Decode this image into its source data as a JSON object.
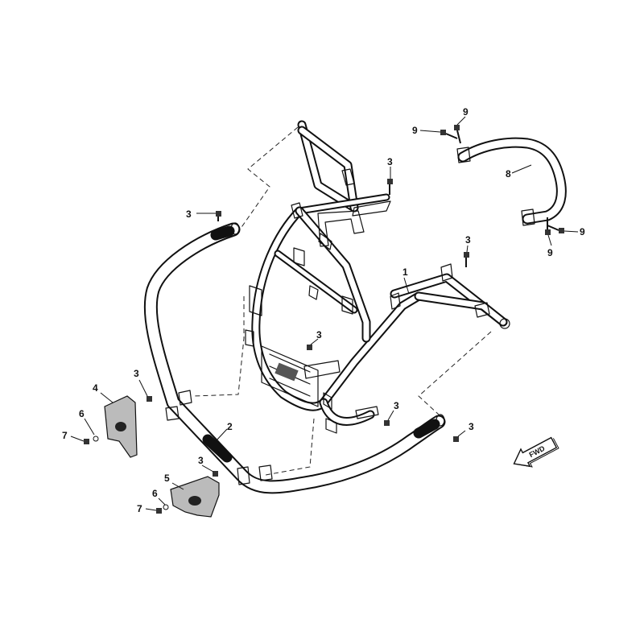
{
  "figure": {
    "forward_label": "FWD",
    "callouts": {
      "frame_main": "1",
      "front_bumper": "2",
      "bolt": "3",
      "guard_left": "4",
      "guard_right": "5",
      "washer": "6",
      "screw": "7",
      "rear_bar": "8",
      "bolt_rear": "9"
    }
  }
}
